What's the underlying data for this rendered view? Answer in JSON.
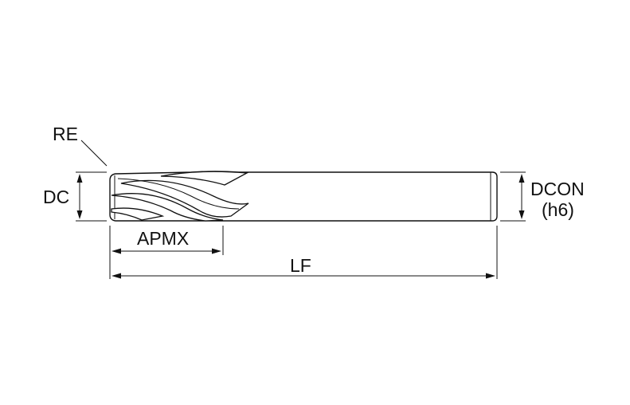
{
  "diagram": {
    "labels": {
      "re": "RE",
      "dc": "DC",
      "apmx": "APMX",
      "lf": "LF",
      "dcon": "DCON",
      "dcon_tolerance": "(h6)"
    }
  }
}
